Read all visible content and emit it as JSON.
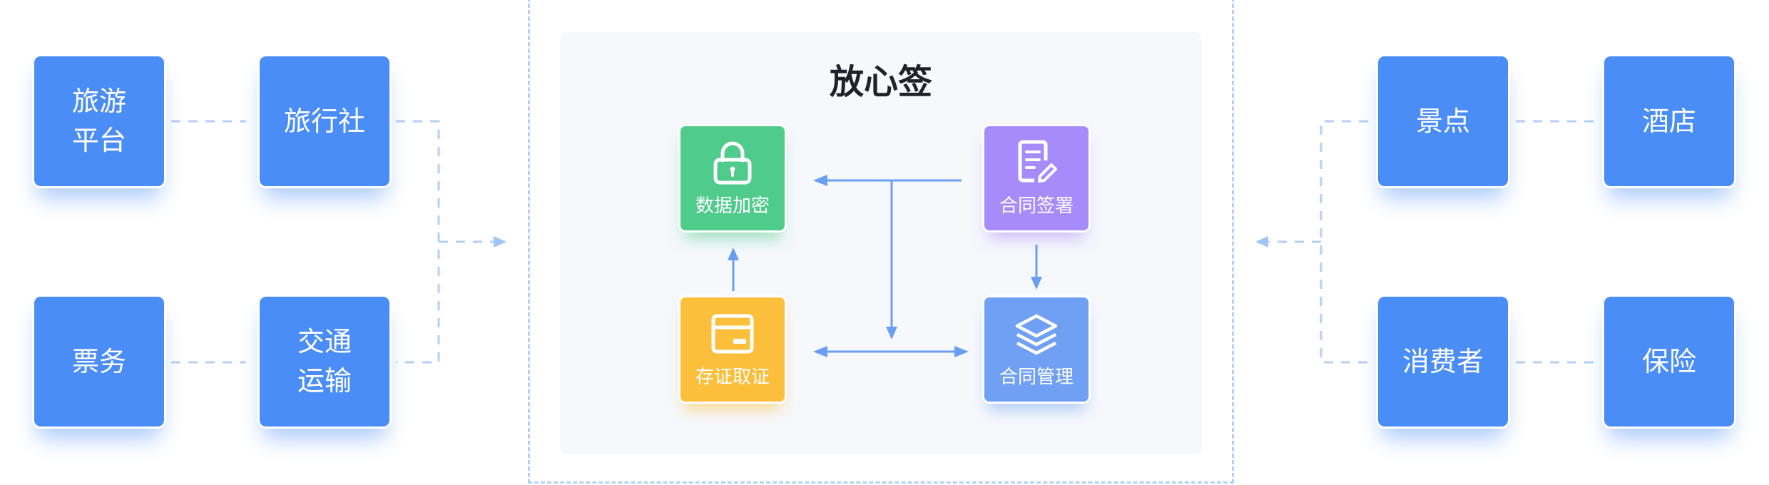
{
  "center": {
    "title": "放心签",
    "modules": [
      {
        "label": "数据加密",
        "icon": "lock-icon",
        "color": "#4fcb8b"
      },
      {
        "label": "合同签署",
        "icon": "document-sign-icon",
        "color": "#a78bfa"
      },
      {
        "label": "存证取证",
        "icon": "card-icon",
        "color": "#fbbf3c"
      },
      {
        "label": "合同管理",
        "icon": "layers-icon",
        "color": "#6fa0f4"
      }
    ]
  },
  "left_nodes": {
    "travel_platform": "旅游\n平台",
    "travel_agency": "旅行社",
    "ticketing": "票务",
    "transport": "交通\n运输"
  },
  "right_nodes": {
    "scenic_spot": "景点",
    "hotel": "酒店",
    "consumer": "消费者",
    "insurance": "保险"
  },
  "colors": {
    "node_blue": "#4b8df6",
    "connector": "#b5d0f7",
    "arrow": "#6a9ef2"
  }
}
